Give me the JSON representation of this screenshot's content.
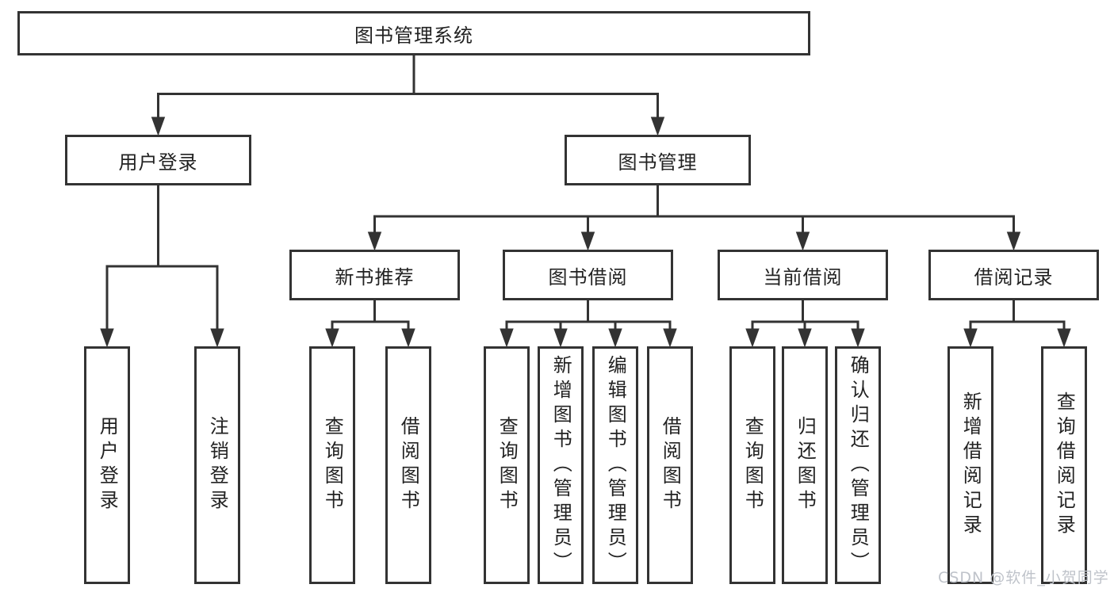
{
  "diagram": {
    "root": "图书管理系统",
    "branches": [
      {
        "label": "用户登录",
        "children": [
          {
            "label": "用户登录"
          },
          {
            "label": "注销登录"
          }
        ]
      },
      {
        "label": "图书管理",
        "children": [
          {
            "label": "新书推荐",
            "children": [
              {
                "label": "查询图书"
              },
              {
                "label": "借阅图书"
              }
            ]
          },
          {
            "label": "图书借阅",
            "children": [
              {
                "label": "查询图书"
              },
              {
                "label": "新增图书（管理员）"
              },
              {
                "label": "编辑图书（管理员）"
              },
              {
                "label": "借阅图书"
              }
            ]
          },
          {
            "label": "当前借阅",
            "children": [
              {
                "label": "查询图书"
              },
              {
                "label": "归还图书"
              },
              {
                "label": "确认归还（管理员）"
              }
            ]
          },
          {
            "label": "借阅记录",
            "children": [
              {
                "label": "新增借阅记录"
              },
              {
                "label": "查询借阅记录"
              }
            ]
          }
        ]
      }
    ]
  },
  "watermark": "CSDN @软件_小贺同学",
  "colors": {
    "line": "#333333",
    "box_border": "#333333",
    "text": "#222222",
    "watermark": "#bfc3ca",
    "background": "#ffffff"
  }
}
